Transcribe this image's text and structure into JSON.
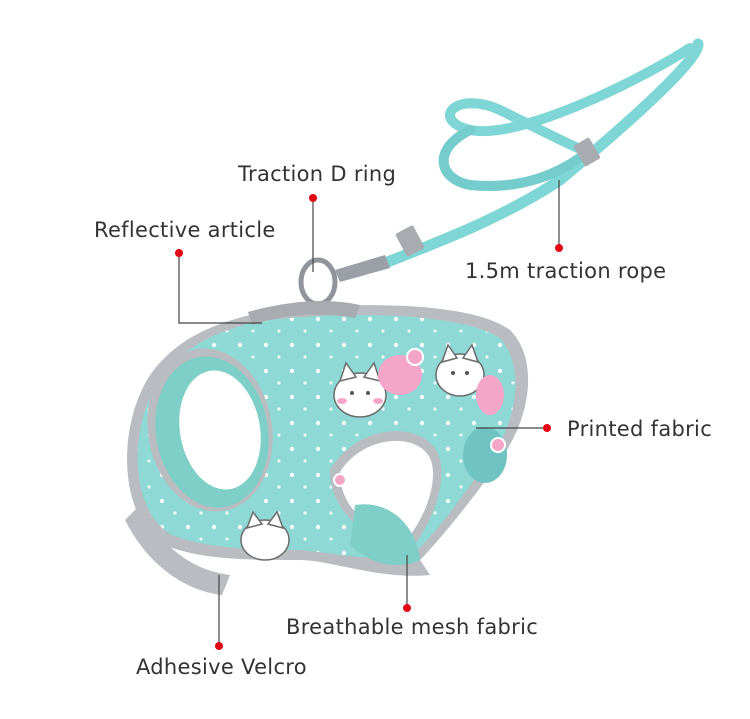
{
  "image": {
    "subject": "pet harness with traction rope",
    "colors": {
      "fabric": "#8ed9d5",
      "mesh": "#7dcfc8",
      "trim": "#b9bcc0",
      "leash": "#7fd6d6",
      "reflective": "#a8acb0",
      "marker": "#e30613",
      "leader": "#444444",
      "text": "#333333"
    }
  },
  "callouts": {
    "traction_d_ring": "Traction D ring",
    "reflective_article": "Reflective article",
    "traction_rope": "1.5m traction rope",
    "printed_fabric": "Printed fabric",
    "mesh_fabric": "Breathable mesh fabric",
    "velcro": "Adhesive Velcro"
  }
}
